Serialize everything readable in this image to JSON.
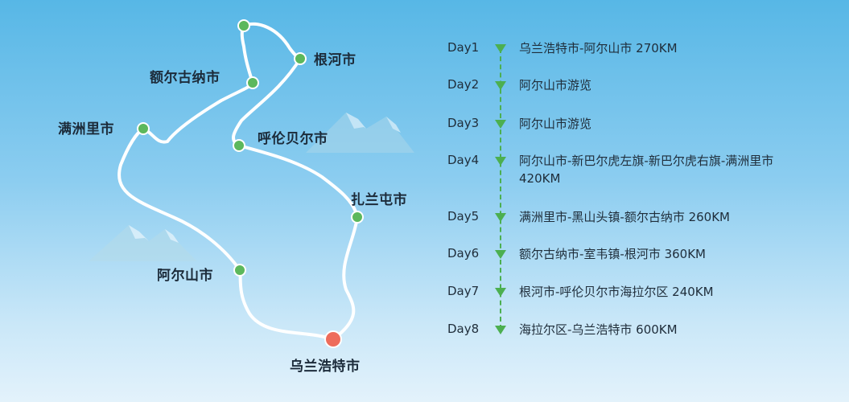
{
  "map": {
    "cities": [
      {
        "id": "hulunbuir-genhe",
        "name": "根河市"
      },
      {
        "id": "erguna",
        "name": "额尔古纳市"
      },
      {
        "id": "manzhouli",
        "name": "满洲里市"
      },
      {
        "id": "hulunbuir",
        "name": "呼伦贝尔市"
      },
      {
        "id": "zhalantun",
        "name": "扎兰屯市"
      },
      {
        "id": "arxan",
        "name": "阿尔山市"
      },
      {
        "id": "ulanhot",
        "name": "乌兰浩特市"
      }
    ],
    "colors": {
      "route": "#ffffff",
      "waypoint": "#5cb85c",
      "start_point": "#ee6c5b",
      "timeline": "#4caf50"
    }
  },
  "itinerary": [
    {
      "day": "Day1",
      "desc": "乌兰浩特市-阿尔山市 270KM"
    },
    {
      "day": "Day2",
      "desc": "阿尔山市游览"
    },
    {
      "day": "Day3",
      "desc": "阿尔山市游览"
    },
    {
      "day": "Day4",
      "desc": "阿尔山市-新巴尔虎左旗-新巴尔虎右旗-满洲里市 420KM"
    },
    {
      "day": "Day5",
      "desc": "满洲里市-黑山头镇-额尔古纳市 260KM"
    },
    {
      "day": "Day6",
      "desc": "额尔古纳市-室韦镇-根河市 360KM"
    },
    {
      "day": "Day7",
      "desc": "根河市-呼伦贝尔市海拉尔区 240KM"
    },
    {
      "day": "Day8",
      "desc": "海拉尔区-乌兰浩特市 600KM"
    }
  ]
}
